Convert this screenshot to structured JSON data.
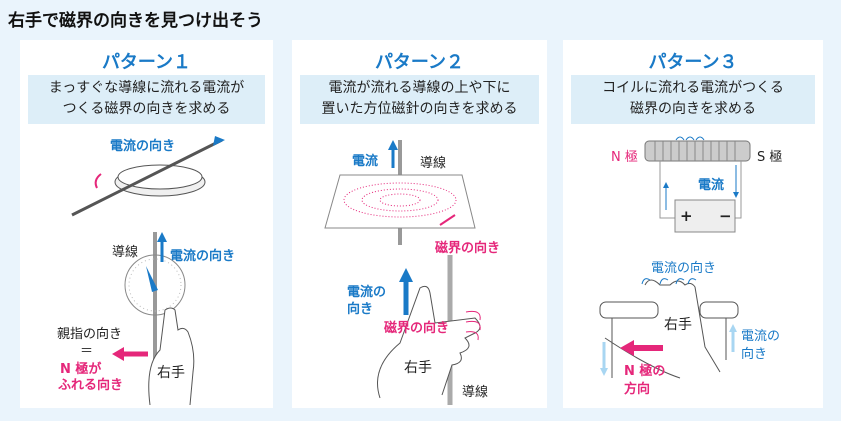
{
  "title": "右手で磁界の向きを見つけ出そう",
  "panels": [
    {
      "heading": "パターン１",
      "desc1": "まっすぐな導線に流れる電流が",
      "desc2": "つくる磁界の向きを求める",
      "labels": {
        "current_dir_top": "電流の向き",
        "wire": "導線",
        "current_dir": "電流の向き",
        "thumb": "親指の向き",
        "equals": "＝",
        "n_pole1": "N 極が",
        "n_pole2": "ふれる向き",
        "right_hand": "右手"
      }
    },
    {
      "heading": "パターン２",
      "desc1": "電流が流れる導線の上や下に",
      "desc2": "置いた方位磁針の向きを求める",
      "labels": {
        "current": "電流",
        "wire_top": "導線",
        "field_dir_top": "磁界の向き",
        "current_dir1": "電流の",
        "current_dir2": "向き",
        "field_dir": "磁界の向き",
        "right_hand": "右手",
        "wire_bottom": "導線"
      }
    },
    {
      "heading": "パターン３",
      "desc1": "コイルに流れる電流がつくる",
      "desc2": "磁界の向きを求める",
      "labels": {
        "n_pole": "N 極",
        "s_pole": "S 極",
        "current": "電流",
        "plus": "+",
        "minus": "−",
        "current_dir_top": "電流の向き",
        "right_hand": "右手",
        "current_dir1": "電流の",
        "current_dir2": "向き",
        "n_dir1": "N 極の",
        "n_dir2": "方向"
      }
    }
  ],
  "colors": {
    "accent": "#1a7ac7",
    "pink": "#e5277a",
    "background": "#eaf4fc"
  }
}
